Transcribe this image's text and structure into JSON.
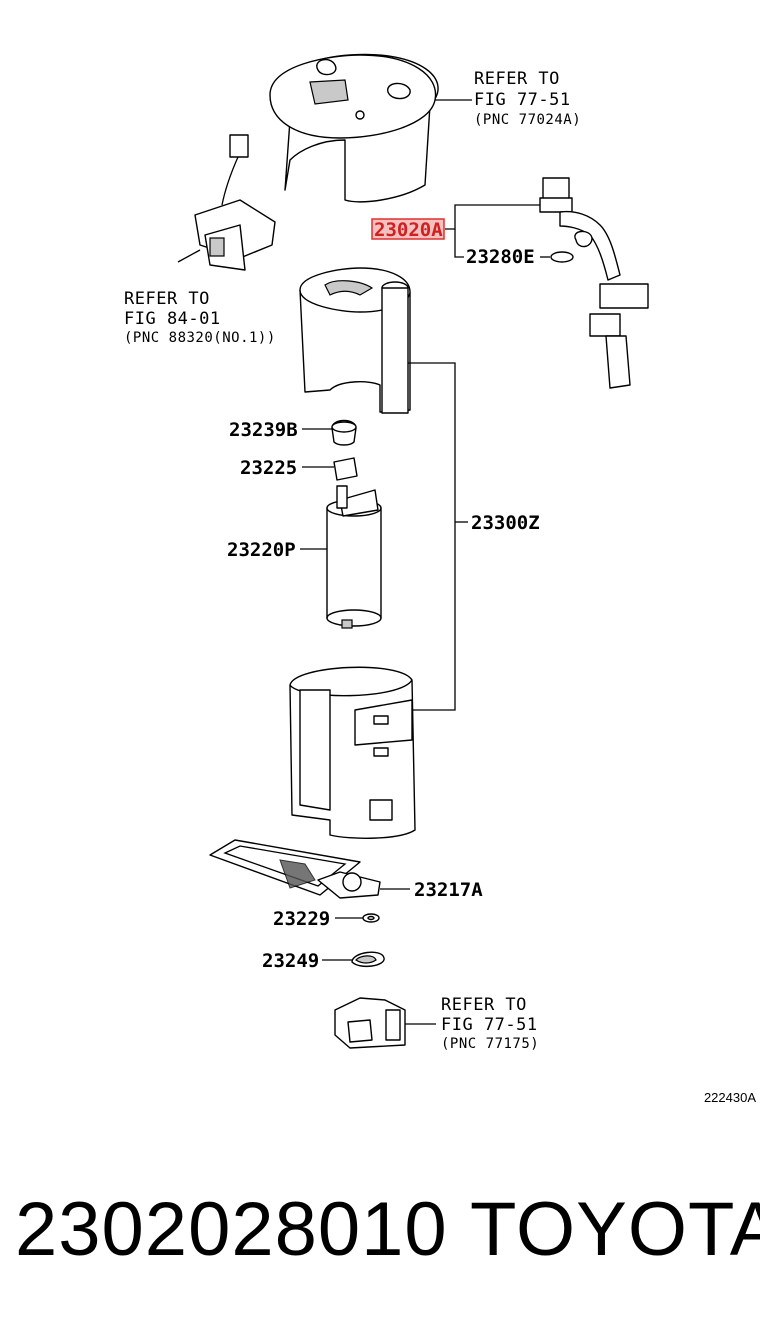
{
  "diagram": {
    "refs": [
      {
        "line1": "REFER TO",
        "line2": "FIG 77-51",
        "pnc": "(PNC 77024A)"
      },
      {
        "line1": "REFER TO",
        "line2": "FIG 84-01",
        "pnc": "(PNC 88320(NO.1))"
      },
      {
        "line1": "REFER TO",
        "line2": "FIG 77-51",
        "pnc": "(PNC 77175)"
      }
    ],
    "parts": {
      "highlighted": "23020A",
      "gasket": "23280E",
      "grommet": "23239B",
      "cushion": "23225",
      "pump": "23220P",
      "assembly": "23300Z",
      "filter": "23217A",
      "washer": "23229",
      "clip": "23249"
    },
    "highlight_color": "#e03030",
    "code": "222430A"
  },
  "footer": {
    "part_number": "2302028010",
    "brand": "TOYOTA"
  }
}
